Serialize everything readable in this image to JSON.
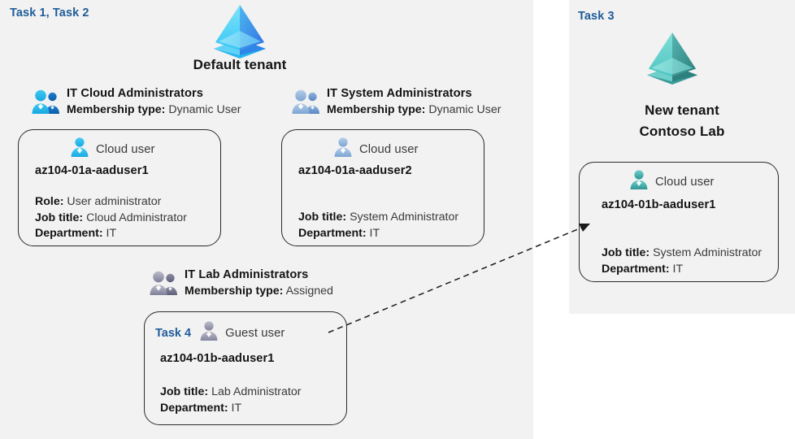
{
  "panels": {
    "default": {
      "task_label": "Task 1, Task 2",
      "tenant_title": "Default tenant",
      "tenant_icon": "azure-ad-tenant-icon"
    },
    "new": {
      "task_label": "Task 3",
      "tenant_title_line1": "New  tenant",
      "tenant_title_line2": "Contoso Lab",
      "tenant_icon": "azure-ad-tenant-icon-teal"
    }
  },
  "groups": [
    {
      "name": "IT Cloud Administrators",
      "membership_label": "Membership type:",
      "membership_value": "Dynamic User",
      "icon": "group-users-icon"
    },
    {
      "name": "IT System Administrators",
      "membership_label": "Membership type:",
      "membership_value": "Dynamic User",
      "icon": "group-users-icon"
    },
    {
      "name": "IT Lab Administrators",
      "membership_label": "Membership type:",
      "membership_value": "Assigned",
      "icon": "group-users-icon"
    }
  ],
  "cards": [
    {
      "user_type": "Cloud user",
      "user_icon": "cloud-user-icon",
      "id": "az104-01a-aaduser1",
      "attrs": [
        {
          "label": "Role:",
          "value": "User administrator"
        },
        {
          "label": "Job title:",
          "value": "Cloud Administrator"
        },
        {
          "label": "Department:",
          "value": "IT"
        }
      ]
    },
    {
      "user_type": "Cloud user",
      "user_icon": "cloud-user-icon",
      "id": "az104-01a-aaduser2",
      "attrs": [
        {
          "label": "Job title:",
          "value": "System Administrator"
        },
        {
          "label": "Department:",
          "value": "IT"
        }
      ]
    },
    {
      "task_inline": "Task 4",
      "user_type": "Guest user",
      "user_icon": "guest-user-icon",
      "id": "az104-01b-aaduser1",
      "attrs": [
        {
          "label": "Job title:",
          "value": "Lab Administrator"
        },
        {
          "label": "Department:",
          "value": "IT"
        }
      ]
    },
    {
      "user_type": "Cloud user",
      "user_icon": "cloud-user-icon",
      "id": "az104-01b-aaduser1",
      "attrs": [
        {
          "label": "Job title:",
          "value": "System Administrator"
        },
        {
          "label": "Department:",
          "value": "IT"
        }
      ]
    }
  ],
  "colors": {
    "panel_background": "#f2f2f2",
    "task_label": "#1f5c99",
    "card_border": "#2b2b2b",
    "text_label": "#141414",
    "text_value": "#3a3a3a",
    "tenant_blue_light": "#4fd3f7",
    "tenant_blue_dark": "#2f7fe8",
    "tenant_teal_light": "#63d4cf",
    "tenant_teal_dark": "#2f8f8c"
  },
  "connector": {
    "name": "invite-guest-arrow",
    "style": "dashed-arrow"
  }
}
